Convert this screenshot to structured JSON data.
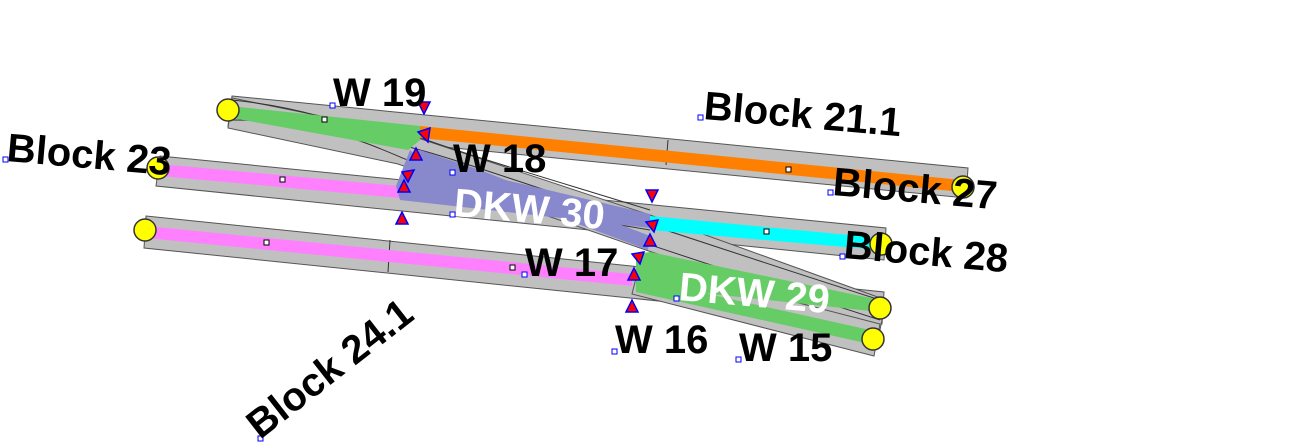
{
  "diagram": {
    "blocks": [
      {
        "id": "block-21-1",
        "label": "Block 21.1",
        "color": "#ff8000"
      },
      {
        "id": "block-23",
        "label": "Block 23",
        "color": "#ff80ff"
      },
      {
        "id": "block-24-1",
        "label": "Block 24.1",
        "color": "#ff80ff"
      },
      {
        "id": "block-27",
        "label": "Block 27",
        "color": "#66cc66"
      },
      {
        "id": "block-28",
        "label": "Block 28",
        "color": "#00ffff"
      }
    ],
    "switches": [
      {
        "id": "w19",
        "label": "W 19"
      },
      {
        "id": "w18",
        "label": "W 18"
      },
      {
        "id": "w17",
        "label": "W 17"
      },
      {
        "id": "w16",
        "label": "W 16"
      },
      {
        "id": "w15",
        "label": "W 15"
      }
    ],
    "crossings": [
      {
        "id": "dkw30",
        "label": "DKW 30",
        "color": "#8888cc"
      },
      {
        "id": "dkw29",
        "label": "DKW 29",
        "color": "#66cc66"
      }
    ],
    "colors": {
      "track_bed": "#c0c0c0",
      "buffer": "#ffff00",
      "marker": "#ff0000",
      "marker_outline": "#0000ff"
    }
  }
}
